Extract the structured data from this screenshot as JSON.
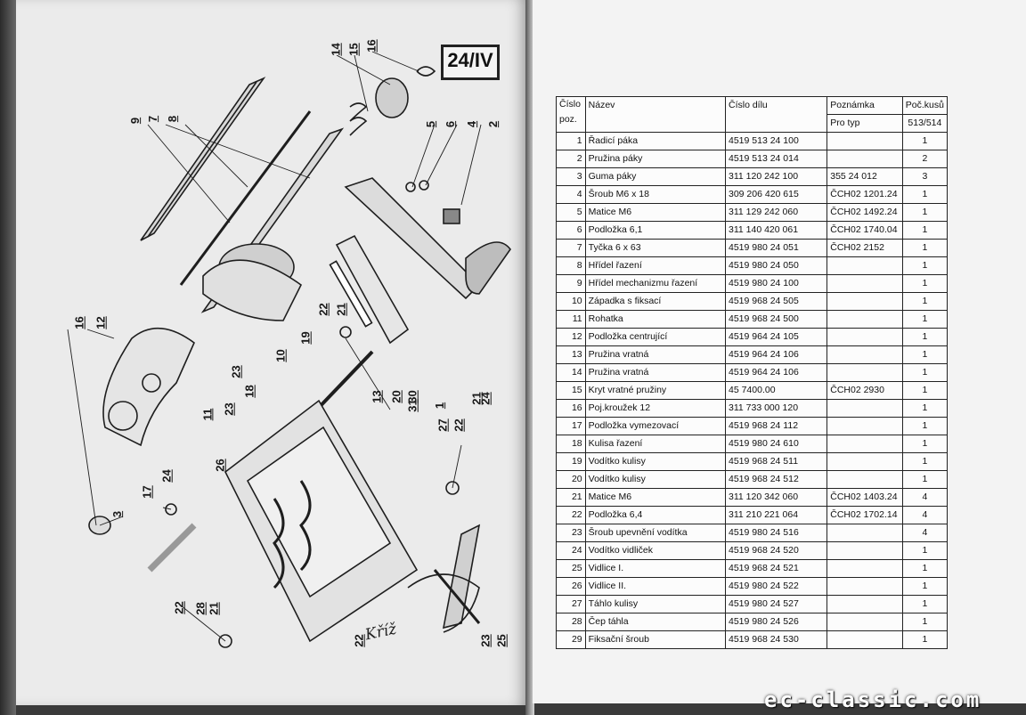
{
  "plate_label": "24/IV",
  "table": {
    "headers": {
      "pos_line1": "Číslo",
      "pos_line2": "poz.",
      "name": "Název",
      "part_number": "Číslo dílu",
      "note": "Poznámka",
      "note_sub": "Pro typ",
      "qty": "Poč.kusů",
      "qty_sub": "513/514"
    },
    "rows": [
      {
        "pos": "1",
        "name": "Řadicí páka",
        "part": "4519 513 24 100",
        "note": "",
        "qty": "1"
      },
      {
        "pos": "2",
        "name": "Pružina páky",
        "part": "4519 513 24 014",
        "note": "",
        "qty": "2"
      },
      {
        "pos": "3",
        "name": "Guma páky",
        "part": "311 120 242 100",
        "note": "355 24 012",
        "qty": "3"
      },
      {
        "pos": "4",
        "name": "Šroub M6 x 18",
        "part": "309 206 420 615",
        "note": "ČCH02 1201.24",
        "qty": "1"
      },
      {
        "pos": "5",
        "name": "Matice M6",
        "part": "311 129 242 060",
        "note": "ČCH02 1492.24",
        "qty": "1"
      },
      {
        "pos": "6",
        "name": "Podložka 6,1",
        "part": "311 140 420 061",
        "note": "ČCH02 1740.04",
        "qty": "1"
      },
      {
        "pos": "7",
        "name": "Tyčka 6 x 63",
        "part": "4519 980 24 051",
        "note": "ČCH02 2152",
        "qty": "1"
      },
      {
        "pos": "8",
        "name": "Hřídel řazení",
        "part": "4519 980 24 050",
        "note": "",
        "qty": "1"
      },
      {
        "pos": "9",
        "name": "Hřídel mechanizmu řazení",
        "part": "4519 980 24 100",
        "note": "",
        "qty": "1"
      },
      {
        "pos": "10",
        "name": "Západka s fiksací",
        "part": "4519 968 24 505",
        "note": "",
        "qty": "1"
      },
      {
        "pos": "11",
        "name": "Rohatka",
        "part": "4519 968 24 500",
        "note": "",
        "qty": "1"
      },
      {
        "pos": "12",
        "name": "Podložka centrující",
        "part": "4519 964 24 105",
        "note": "",
        "qty": "1"
      },
      {
        "pos": "13",
        "name": "Pružina vratná",
        "part": "4519 964 24 106",
        "note": "",
        "qty": "1"
      },
      {
        "pos": "14",
        "name": "Pružina vratná",
        "part": "4519 964 24 106",
        "note": "",
        "qty": "1"
      },
      {
        "pos": "15",
        "name": "Kryt vratné pružiny",
        "part": "45 7400.00",
        "note": "ČCH02 2930",
        "qty": "1"
      },
      {
        "pos": "16",
        "name": "Poj.kroužek 12",
        "part": "311 733 000 120",
        "note": "",
        "qty": "1"
      },
      {
        "pos": "17",
        "name": "Podložka vymezovací",
        "part": "4519 968 24 112",
        "note": "",
        "qty": "1"
      },
      {
        "pos": "18",
        "name": "Kulisa řazení",
        "part": "4519 980 24 610",
        "note": "",
        "qty": "1"
      },
      {
        "pos": "19",
        "name": "Vodítko kulisy",
        "part": "4519 968 24 511",
        "note": "",
        "qty": "1"
      },
      {
        "pos": "20",
        "name": "Vodítko kulisy",
        "part": "4519 968 24 512",
        "note": "",
        "qty": "1"
      },
      {
        "pos": "21",
        "name": "Matice M6",
        "part": "311 120 342 060",
        "note": "ČCH02 1403.24",
        "qty": "4"
      },
      {
        "pos": "22",
        "name": "Podložka 6,4",
        "part": "311 210 221 064",
        "note": "ČCH02 1702.14",
        "qty": "4"
      },
      {
        "pos": "23",
        "name": "Šroub upevnění vodítka",
        "part": "4519 980 24 516",
        "note": "",
        "qty": "4"
      },
      {
        "pos": "24",
        "name": "Vodítko vidliček",
        "part": "4519 968 24 520",
        "note": "",
        "qty": "1"
      },
      {
        "pos": "25",
        "name": "Vidlice I.",
        "part": "4519 968 24 521",
        "note": "",
        "qty": "1"
      },
      {
        "pos": "26",
        "name": "Vidlice II.",
        "part": "4519 980 24 522",
        "note": "",
        "qty": "1"
      },
      {
        "pos": "27",
        "name": "Táhlo kulisy",
        "part": "4519 980 24 527",
        "note": "",
        "qty": "1"
      },
      {
        "pos": "28",
        "name": "Čep táhla",
        "part": "4519 980 24 526",
        "note": "",
        "qty": "1"
      },
      {
        "pos": "29",
        "name": "Fiksační šroub",
        "part": "4519 968 24 530",
        "note": "",
        "qty": "1"
      }
    ]
  },
  "callouts": [
    "14",
    "15",
    "16",
    "9",
    "7",
    "8",
    "5",
    "6",
    "4",
    "2",
    "16",
    "12",
    "22",
    "21",
    "19",
    "10",
    "23",
    "18",
    "23",
    "11",
    "13",
    "20",
    "30",
    "31",
    "1",
    "27",
    "22",
    "21",
    "24",
    "3",
    "17",
    "24",
    "22",
    "28",
    "21",
    "22",
    "23",
    "25",
    "26"
  ],
  "signature": "Kříž",
  "watermark": "ec-classic.com"
}
